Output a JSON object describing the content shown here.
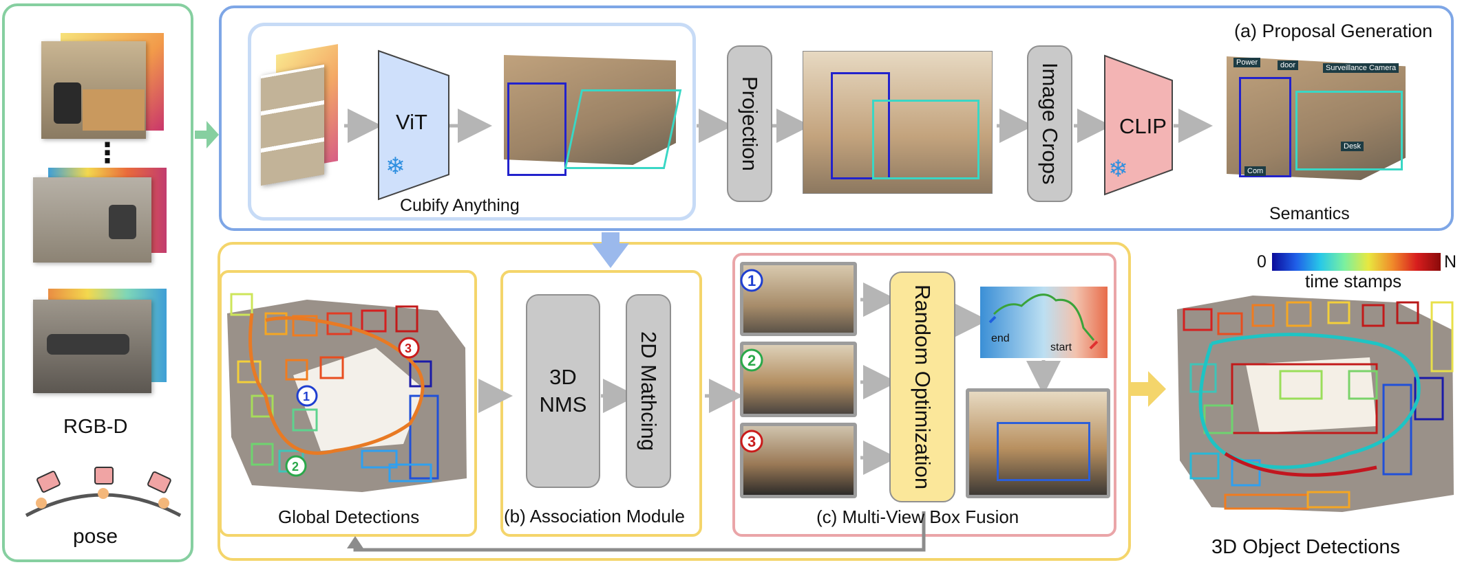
{
  "input": {
    "rgbd_label": "RGB-D",
    "pose_label": "pose",
    "ellipsis": "⋮"
  },
  "proposal": {
    "title": "(a) Proposal Generation",
    "vit_label": "ViT",
    "cubify_label": "Cubify Anything",
    "projection_label": "Projection",
    "crops_label": "Image Crops",
    "clip_label": "CLIP",
    "semantics_label": "Semantics",
    "semantic_tags": [
      "Power",
      "door",
      "Surveillance Camera",
      "Desk",
      "Com"
    ]
  },
  "global": {
    "label": "Global Detections"
  },
  "association": {
    "label": "(b) Association Module",
    "nms_label": "3D\nNMS",
    "matching_label": "2D Mathcing"
  },
  "fusion": {
    "label": "(c) Multi-View Box Fusion",
    "random_opt_label": "Random Optimization",
    "end_label": "end",
    "start_label": "start",
    "view_numbers": [
      "1",
      "2",
      "3"
    ]
  },
  "output": {
    "label": "3D Object Detections",
    "colorbar_min": "0",
    "colorbar_max": "N",
    "colorbar_label": "time stamps"
  },
  "colors": {
    "input_border": "#86cfa0",
    "proposal_border": "#7ea6e6",
    "cubify_border": "#c7dbf6",
    "lower_border": "#f4d56b",
    "fusion_border": "#eaa5a8",
    "vit_fill": "#cfe0fb",
    "clip_fill": "#f3b4b4",
    "random_fill": "#fbe79a",
    "arrow": "#b5b5b5"
  }
}
